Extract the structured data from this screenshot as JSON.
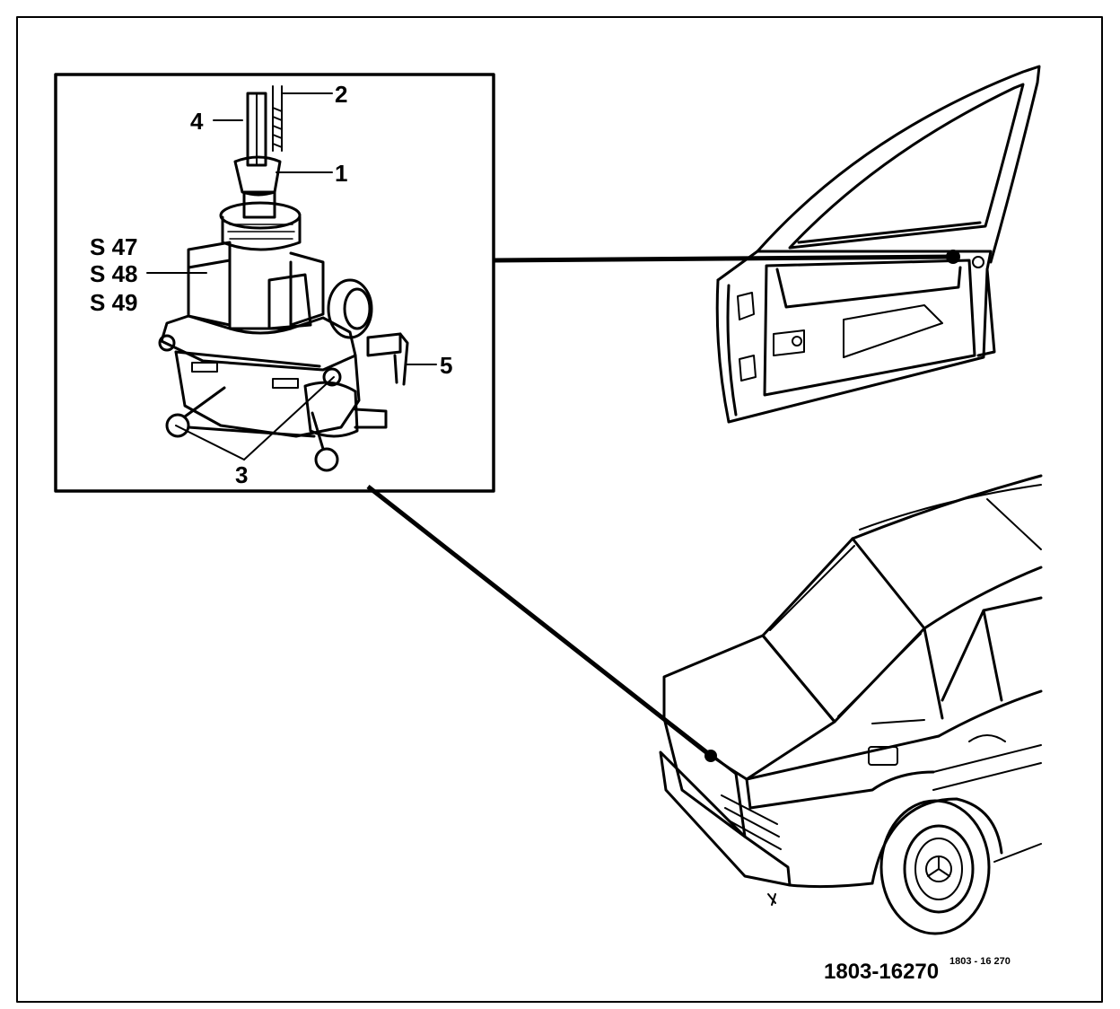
{
  "parts": {
    "p1": "1",
    "p2": "2",
    "p3": "3",
    "p4": "4",
    "p5": "5"
  },
  "switches": [
    "S 47",
    "S 48",
    "S 49"
  ],
  "figure_ref": "1803-16270",
  "figure_ref_small": "1803 - 16 270",
  "colors": {
    "ink": "#000000",
    "paper": "#ffffff"
  }
}
